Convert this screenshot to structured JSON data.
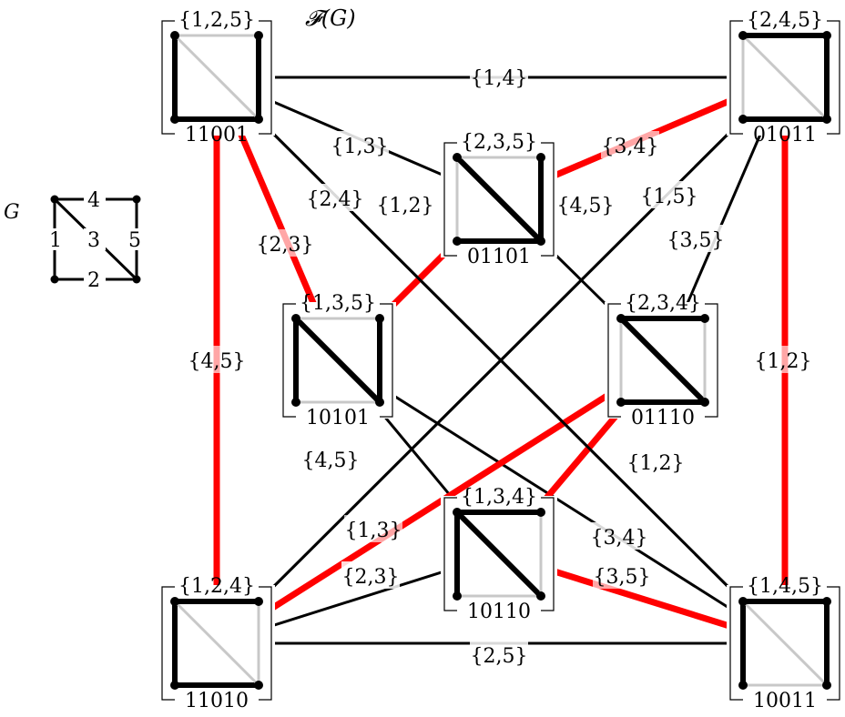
{
  "title": "𝓕(G)",
  "graph_G": {
    "name": "G",
    "edge_labels": [
      "1",
      "2",
      "3",
      "4",
      "5"
    ]
  },
  "nodes": [
    {
      "id": "n125",
      "set": "{1,2,5}",
      "code": "11001",
      "edges": [
        "1",
        "2",
        "5"
      ]
    },
    {
      "id": "n245",
      "set": "{2,4,5}",
      "code": "01011",
      "edges": [
        "2",
        "4",
        "5"
      ]
    },
    {
      "id": "n235",
      "set": "{2,3,5}",
      "code": "01101",
      "edges": [
        "2",
        "3",
        "5"
      ]
    },
    {
      "id": "n135",
      "set": "{1,3,5}",
      "code": "10101",
      "edges": [
        "1",
        "3",
        "5"
      ]
    },
    {
      "id": "n234",
      "set": "{2,3,4}",
      "code": "01110",
      "edges": [
        "2",
        "3",
        "4"
      ]
    },
    {
      "id": "n134",
      "set": "{1,3,4}",
      "code": "10110",
      "edges": [
        "1",
        "3",
        "4"
      ]
    },
    {
      "id": "n124",
      "set": "{1,2,4}",
      "code": "11010",
      "edges": [
        "1",
        "2",
        "4"
      ]
    },
    {
      "id": "n145",
      "set": "{1,4,5}",
      "code": "10011",
      "edges": [
        "1",
        "4",
        "5"
      ]
    }
  ],
  "links": [
    {
      "from": "n125",
      "to": "n245",
      "label": "{1,4}",
      "color": "black"
    },
    {
      "from": "n125",
      "to": "n235",
      "label": "{1,3}",
      "color": "black"
    },
    {
      "from": "n125",
      "to": "n145",
      "label": "{2,4}",
      "color": "black"
    },
    {
      "from": "n125",
      "to": "n135",
      "label": "{2,3}",
      "color": "red"
    },
    {
      "from": "n125",
      "to": "n124",
      "label": "{4,5}",
      "color": "red"
    },
    {
      "from": "n245",
      "to": "n235",
      "label": "{3,4}",
      "color": "red"
    },
    {
      "from": "n245",
      "to": "n124",
      "label": "{1,5}",
      "color": "black"
    },
    {
      "from": "n245",
      "to": "n234",
      "label": "{3,5}",
      "color": "black"
    },
    {
      "from": "n245",
      "to": "n145",
      "label": "{1,2}",
      "color": "red"
    },
    {
      "from": "n235",
      "to": "n135",
      "label": "{1,2}",
      "color": "red"
    },
    {
      "from": "n235",
      "to": "n234",
      "label": "{4,5}",
      "color": "black"
    },
    {
      "from": "n135",
      "to": "n134",
      "label": "{4,5}",
      "color": "black"
    },
    {
      "from": "n135",
      "to": "n145",
      "label": "",
      "color": "black"
    },
    {
      "from": "n234",
      "to": "n124",
      "label": "{1,3}",
      "color": "red"
    },
    {
      "from": "n234",
      "to": "n134",
      "label": "{1,2}",
      "color": "red"
    },
    {
      "from": "n134",
      "to": "n124",
      "label": "{2,3}",
      "color": "black"
    },
    {
      "from": "n134",
      "to": "n145",
      "label": "{3,5}",
      "color": "red"
    },
    {
      "from": "n124",
      "to": "n145",
      "label": "{2,5}",
      "color": "black"
    },
    {
      "from": "n124",
      "to": "n245",
      "label": "",
      "color": "black"
    },
    {
      "from": "n145",
      "to": "n125",
      "label": "{3,4}",
      "color": "black"
    }
  ],
  "colors": {
    "red": "#ff0000",
    "pink": "#ffb3b3",
    "black": "#000000",
    "grey": "#c8c8c8",
    "light": "#d9d9d9"
  }
}
